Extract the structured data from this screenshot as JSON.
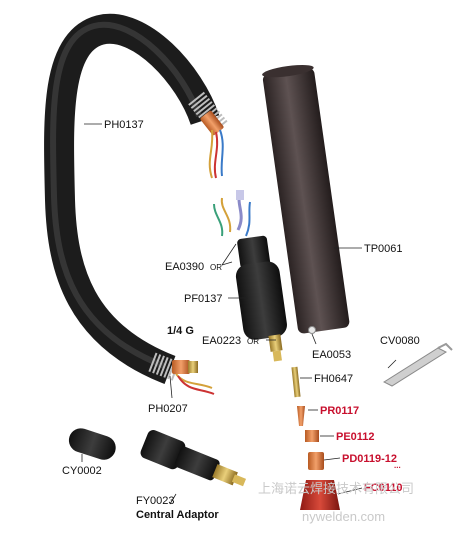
{
  "labels": {
    "ph0137": "PH0137",
    "tp0061": "TP0061",
    "ea0390": "EA0390",
    "ea0390_or": "OR",
    "pf0137": "PF0137",
    "quarter_g": "1/4 G",
    "ea0223": "EA0223",
    "ea0223_or": "OR",
    "ea0053": "EA0053",
    "cv0080": "CV0080",
    "fh0647": "FH0647",
    "ph0207": "PH0207",
    "pr0117": "PR0117",
    "pe0112": "PE0112",
    "pd0119": "PD0119-12",
    "pd0119_mark": "...",
    "cy0002": "CY0002",
    "fc0110": "FC0110",
    "fy0023": "FY0023",
    "central_adaptor": "Central Adaptor"
  },
  "watermark": {
    "company": "上海诺云焊接技术有限公司",
    "url": "nywelden.com"
  },
  "colors": {
    "label_red": "#c8102e",
    "cable": "#2a2a2a",
    "copper": "#d9773a",
    "nozzle_red": "#b0201a"
  }
}
